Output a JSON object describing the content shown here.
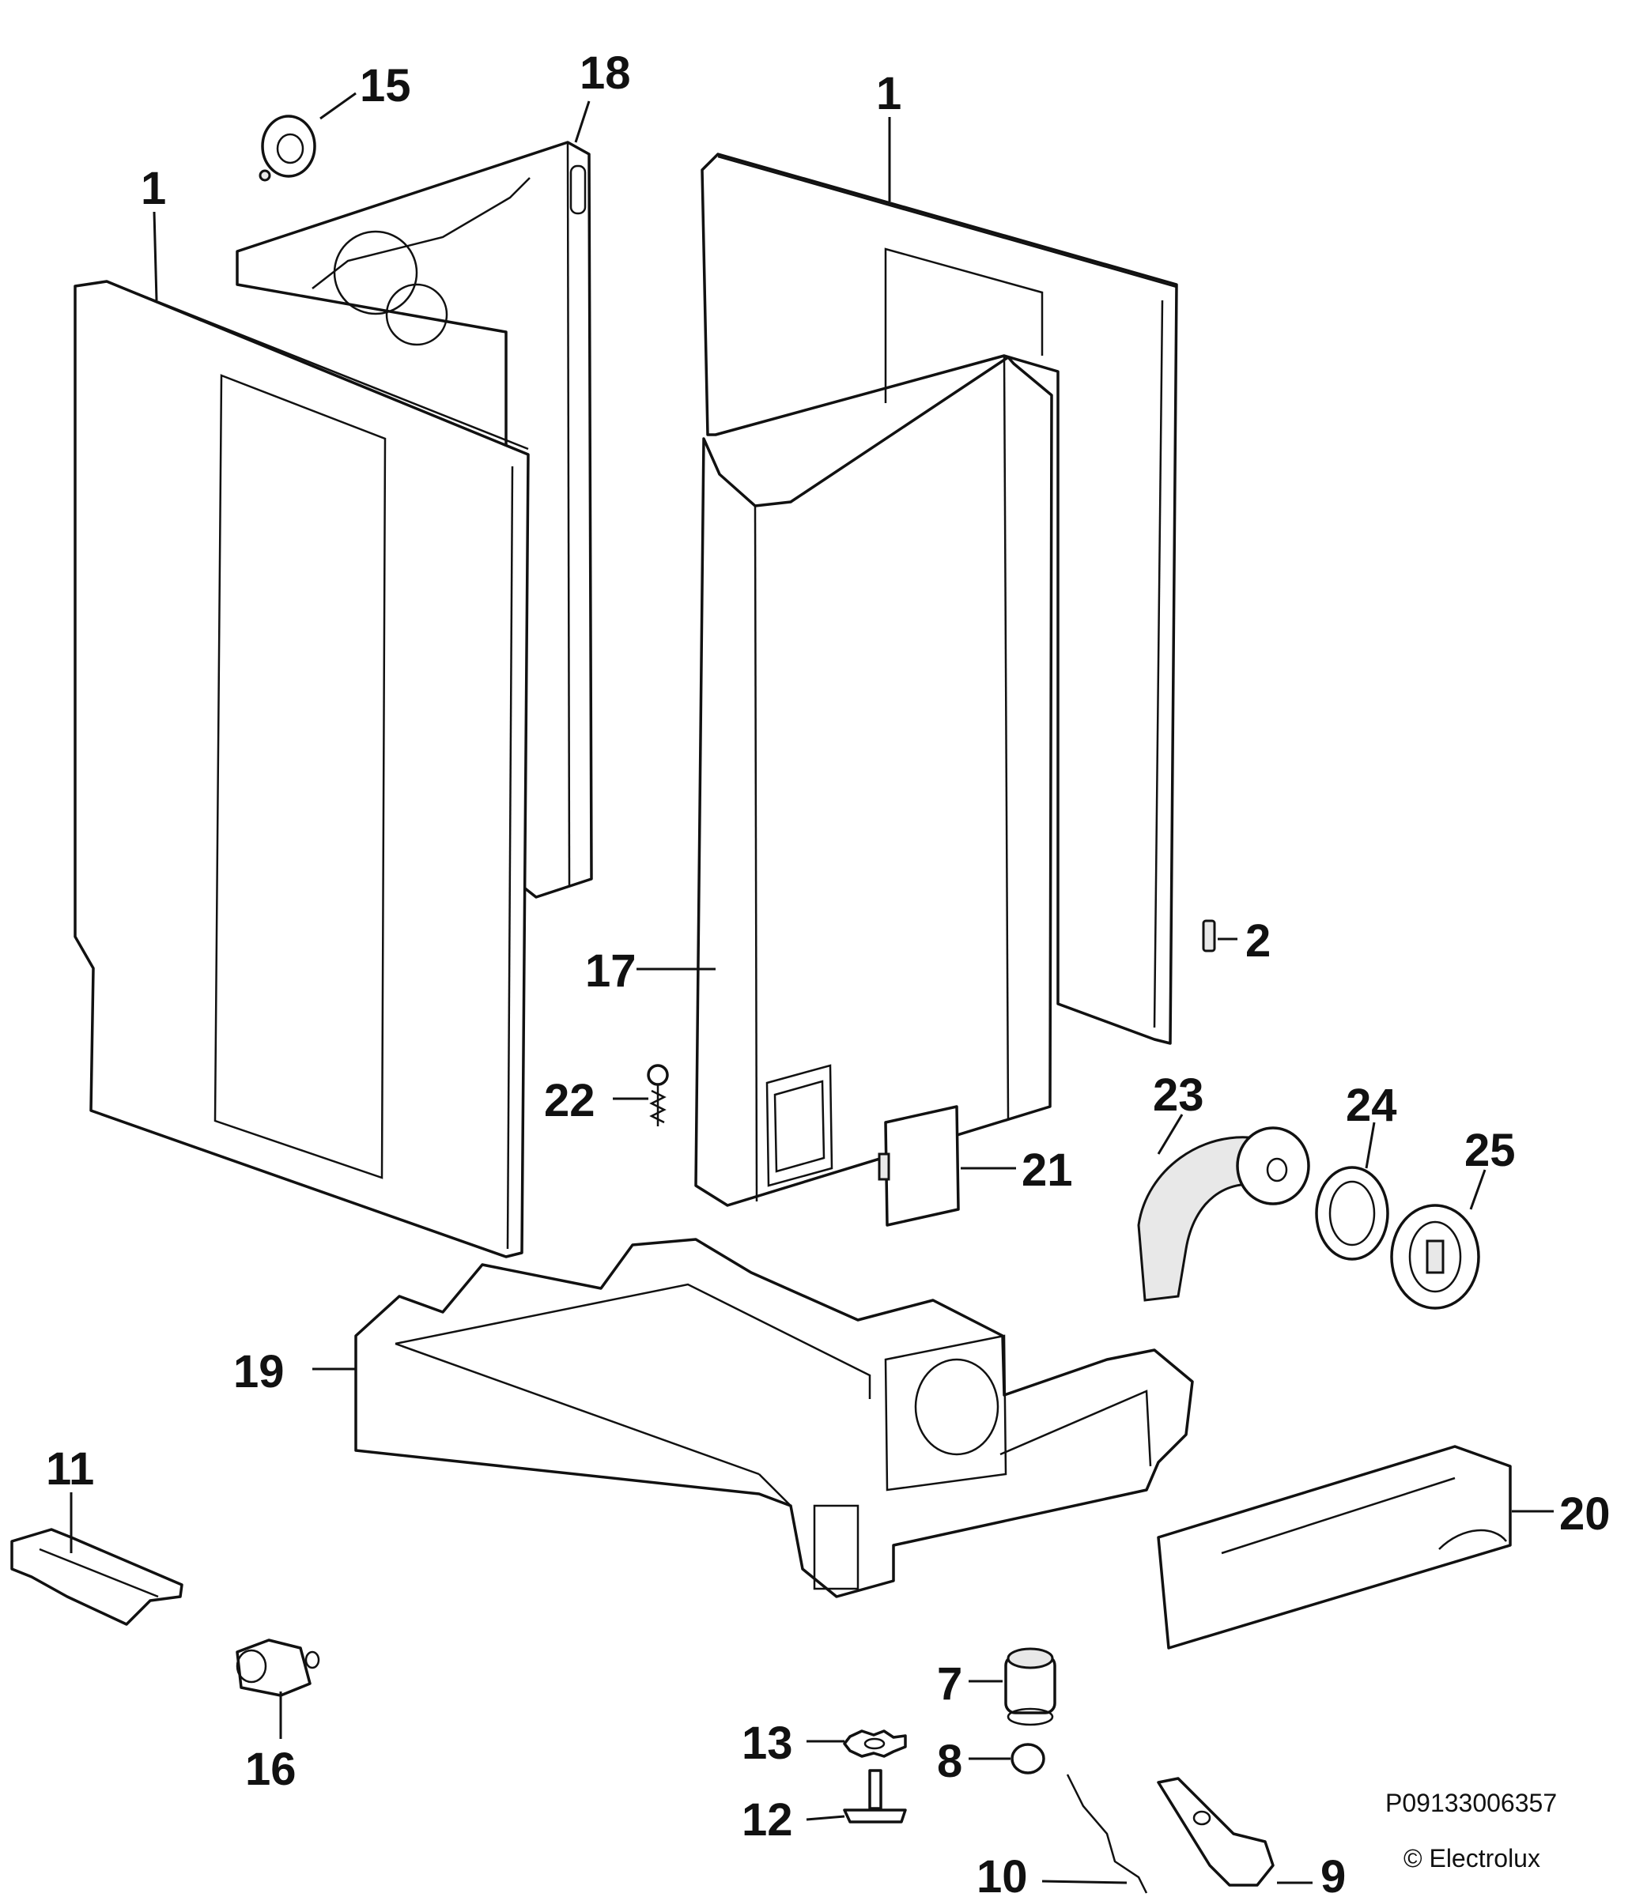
{
  "callouts": {
    "c1a": "1",
    "c1b": "1",
    "c2": "2",
    "c7": "7",
    "c8": "8",
    "c9": "9",
    "c10": "10",
    "c11": "11",
    "c12": "12",
    "c13": "13",
    "c15": "15",
    "c16": "16",
    "c17": "17",
    "c18": "18",
    "c19": "19",
    "c20": "20",
    "c21": "21",
    "c22": "22",
    "c23": "23",
    "c24": "24",
    "c25": "25"
  },
  "footer": {
    "code": "P09133006357",
    "copyright": "© Electrolux"
  }
}
